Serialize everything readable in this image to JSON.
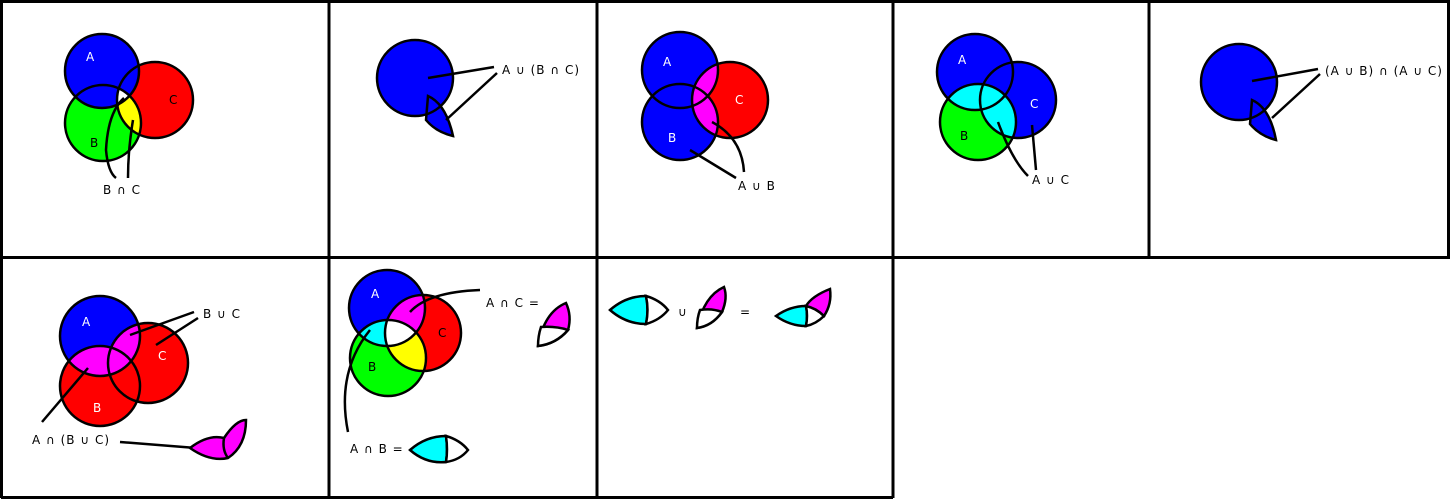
{
  "colors": {
    "set_a": "#0000ff",
    "set_b": "#00ff00",
    "set_c": "#ff0000",
    "region_b_and_c": "#ffff00",
    "region_a_and_b": "#00ffff",
    "region_a_and_c": "#ff00ff",
    "outline": "#000000",
    "background": "#ffffff"
  },
  "sets": {
    "a": "A",
    "b": "B",
    "c": "C"
  },
  "panels": [
    {
      "caption": "B ∩ C"
    },
    {
      "caption": "A ∪ (B ∩ C)"
    },
    {
      "caption": "A ∪ B"
    },
    {
      "caption": "A ∪ C"
    },
    {
      "caption": "(A ∪ B) ∩ (A ∪ C)"
    },
    {
      "caption": "B ∪ C",
      "caption2": "A ∩ (B ∪ C)"
    },
    {
      "caption": "A ∩ C =",
      "caption2": "A ∩ B ="
    },
    {
      "union_op": "∪",
      "equals_op": "="
    }
  ]
}
